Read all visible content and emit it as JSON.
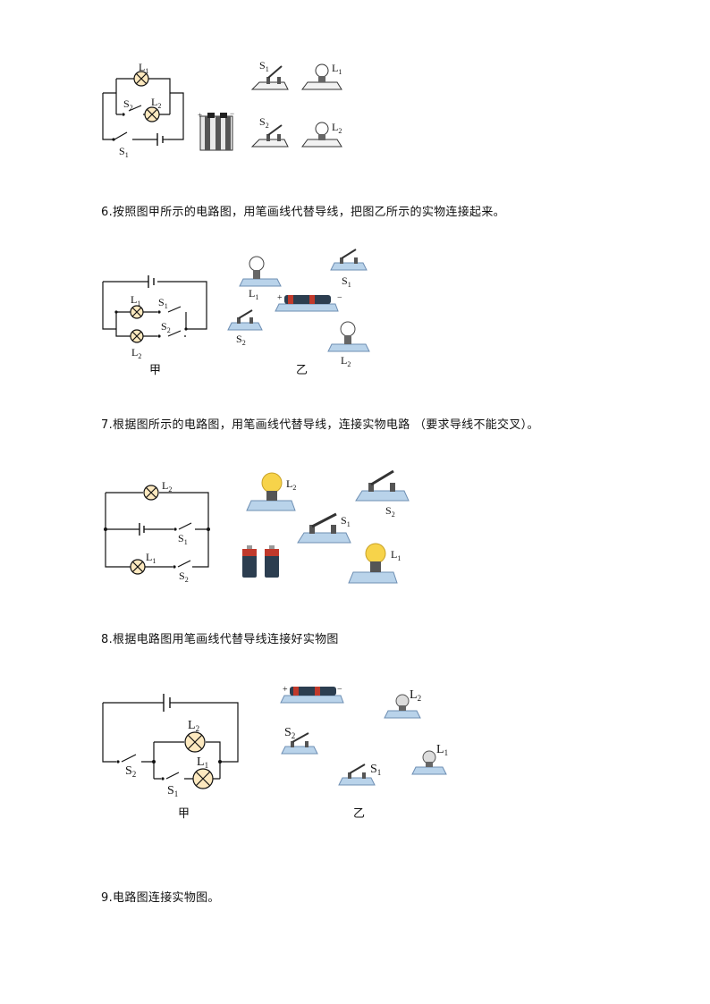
{
  "questions": [
    {
      "number": "6.",
      "text": "按照图甲所示的电路图，用笔画线代替导线，把图乙所示的实物连接起来。"
    },
    {
      "number": "7.",
      "text": "根据图所示的电路图，用笔画线代替导线，连接实物电路 （要求导线不能交叉）。"
    },
    {
      "number": "8.",
      "text": "根据电路图用笔画线代替导线连接好实物图"
    },
    {
      "number": "9.",
      "text": "电路图连接实物图。"
    }
  ],
  "labels": {
    "L": "L",
    "S": "S",
    "sub1": "1",
    "sub2": "2",
    "plus": "+",
    "minus": "−",
    "jia": "甲",
    "yi": "乙"
  },
  "colors": {
    "wire": "#111111",
    "lamp_fill": "#fde9bf",
    "base_blue": "#b9d3ea",
    "base_edge": "#6e8fb3",
    "bulb_yellow": "#f7d34a",
    "battery_red": "#c0392b",
    "battery_dark": "#2c3e50"
  }
}
